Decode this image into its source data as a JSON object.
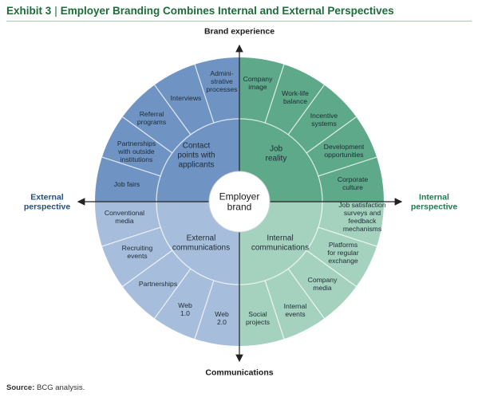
{
  "title": {
    "exhibit": "Exhibit 3",
    "separator": "|",
    "text": "Employer Branding Combines Internal and External Perspectives"
  },
  "axes": {
    "top": "Brand experience",
    "bottom": "Communications",
    "left": [
      "External",
      "perspective"
    ],
    "right": [
      "Internal",
      "perspective"
    ]
  },
  "center": [
    "Employer",
    "brand"
  ],
  "quadrants": {
    "top_left": [
      "Contact",
      "points with",
      "applicants"
    ],
    "top_right": [
      "Job",
      "reality"
    ],
    "bottom_left": [
      "External",
      "communications"
    ],
    "bottom_right": [
      "Internal",
      "communications"
    ]
  },
  "segments": {
    "top_left": [
      [
        "Job fairs"
      ],
      [
        "Partnerships",
        "with outside",
        "institutions"
      ],
      [
        "Referral",
        "programs"
      ],
      [
        "Interviews"
      ],
      [
        "Admini-",
        "strative",
        "processes"
      ]
    ],
    "top_right": [
      [
        "Company",
        "image"
      ],
      [
        "Work-life",
        "balance"
      ],
      [
        "Incentive",
        "systems"
      ],
      [
        "Development",
        "opportunities"
      ],
      [
        "Corporate",
        "culture"
      ]
    ],
    "bottom_left": [
      [
        "Conventional",
        "media"
      ],
      [
        "Recruiting",
        "events"
      ],
      [
        "Partnerships"
      ],
      [
        "Web",
        "1.0"
      ],
      [
        "Web",
        "2.0"
      ]
    ],
    "bottom_right": [
      [
        "Job satisfaction",
        "surveys and",
        "feedback",
        "mechanisms"
      ],
      [
        "Platforms",
        "for regular",
        "exchange"
      ],
      [
        "Company",
        "media"
      ],
      [
        "Internal",
        "events"
      ],
      [
        "Social",
        "projects"
      ]
    ]
  },
  "colors": {
    "top_left": "#6f94c4",
    "top_right": "#5ea98a",
    "bottom_left": "#a6bedc",
    "bottom_right": "#a5d2bf",
    "title": "#1f6b3a",
    "external_label": "#1f4f86",
    "internal_label": "#1f7a4e"
  },
  "source": {
    "label": "Source:",
    "text": "BCG analysis."
  }
}
